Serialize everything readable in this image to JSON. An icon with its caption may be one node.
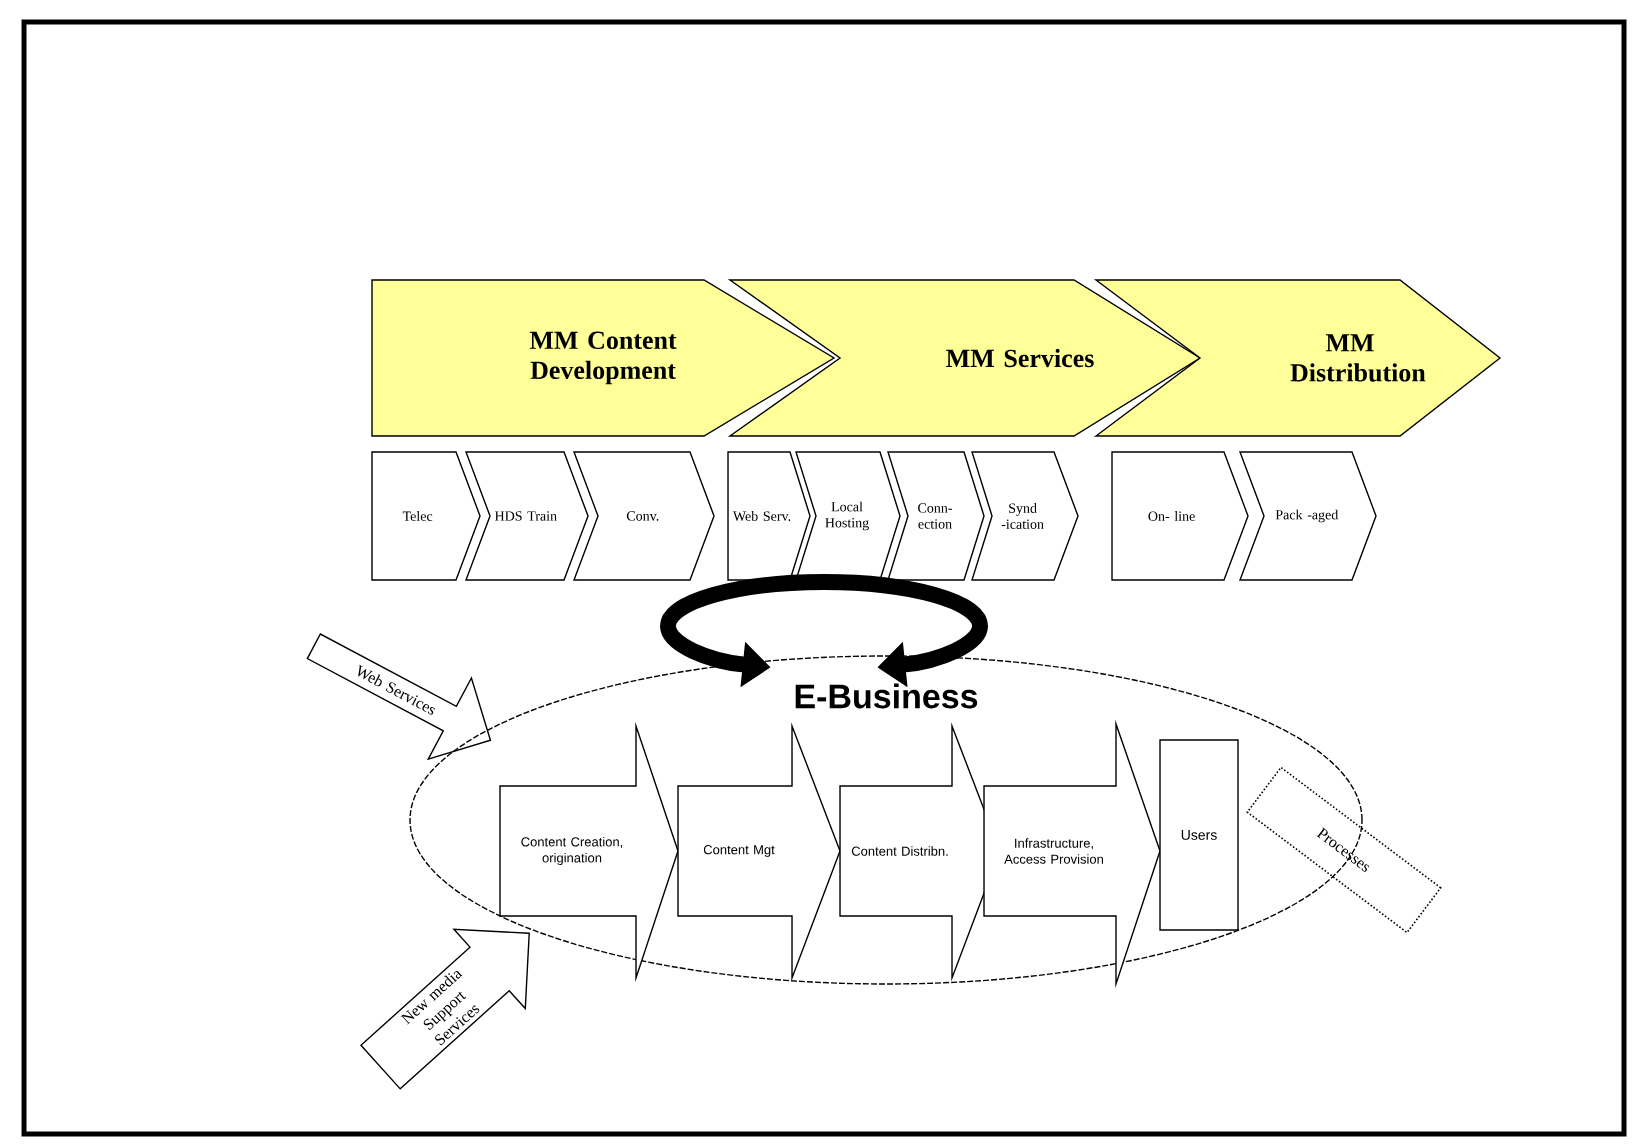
{
  "diagram": {
    "nodes": [
      {
        "text": [
          "MM Content Development"
        ]
      },
      {
        "text": [
          "MM Services"
        ]
      },
      {
        "text": [
          "MM Distribution"
        ]
      },
      {
        "text": [
          "Telec"
        ]
      },
      {
        "text": [
          "HDS Train"
        ]
      },
      {
        "text": [
          "Conv."
        ]
      },
      {
        "text": [
          "Web Serv."
        ]
      },
      {
        "text": [
          "Local Hosting"
        ]
      },
      {
        "text": [
          "Conn-ection"
        ]
      },
      {
        "text": [
          "Synd -ication"
        ]
      },
      {
        "text": [
          "On- line"
        ]
      },
      {
        "text": [
          "Pack -aged"
        ]
      },
      {
        "text": [
          "Web Services"
        ]
      },
      {
        "text": [
          "E-Business"
        ]
      },
      {
        "text": [
          "Content Creation, origination"
        ],
        "in": 13
      },
      {
        "text": [
          "Content Mgt"
        ],
        "in": 13
      },
      {
        "text": [
          "Content Distribn."
        ],
        "in": 13
      },
      {
        "text": [
          "Infrastructure, Access Provision"
        ],
        "in": 13
      },
      {
        "text": [
          "Users"
        ],
        "in": 13
      },
      {
        "text": [
          "New media Support Services"
        ]
      },
      {
        "text": [
          "Processes"
        ]
      }
    ]
  }
}
